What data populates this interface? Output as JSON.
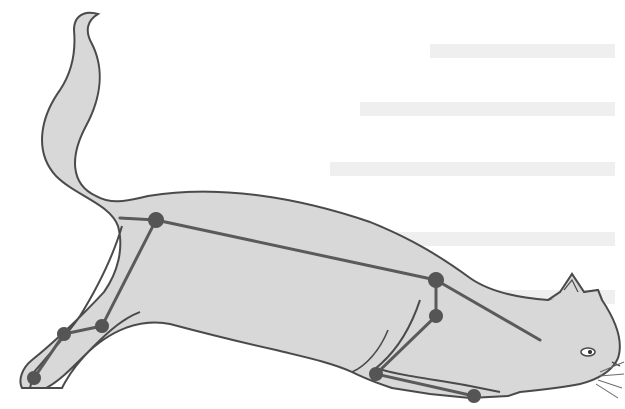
{
  "figure": {
    "subject": "cat-stretching-with-skeleton-overlay",
    "colors": {
      "background": "#ffffff",
      "body_fill": "#d8d8d8",
      "outline": "#4a4a4a",
      "skeleton_line": "#5a5a5a",
      "joint": "#555555",
      "bleed_through_text": "#d6d6d6"
    },
    "joints": [
      "shoulder",
      "elbow-front",
      "wrist-front",
      "paw-front",
      "hip",
      "knee",
      "hock",
      "hind-paw"
    ]
  }
}
